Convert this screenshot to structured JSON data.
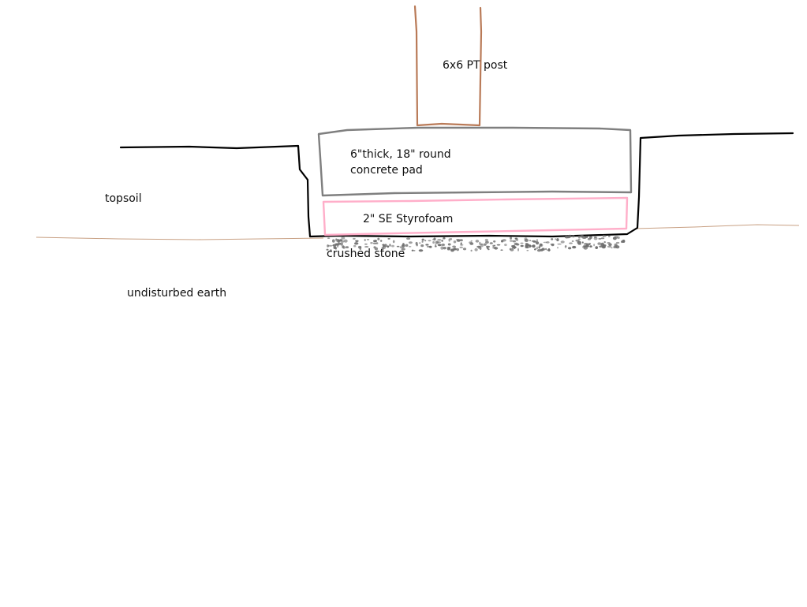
{
  "labels": {
    "post": "6x6 PT post",
    "pad_line1": "6\"thick, 18\" round",
    "pad_line2": "concrete pad",
    "styrofoam": "2\" SE Styrofoam",
    "crushed_stone": "crushed stone",
    "topsoil": "topsoil",
    "undisturbed_earth": "undisturbed earth"
  },
  "colors": {
    "ground_line": "#000000",
    "post": "#b97a57",
    "concrete_pad": "#7f7f7f",
    "styrofoam": "#ffaec9",
    "earth_line": "#c8a083",
    "crushed_stone": "#6e6e6e",
    "background": "#ffffff"
  }
}
